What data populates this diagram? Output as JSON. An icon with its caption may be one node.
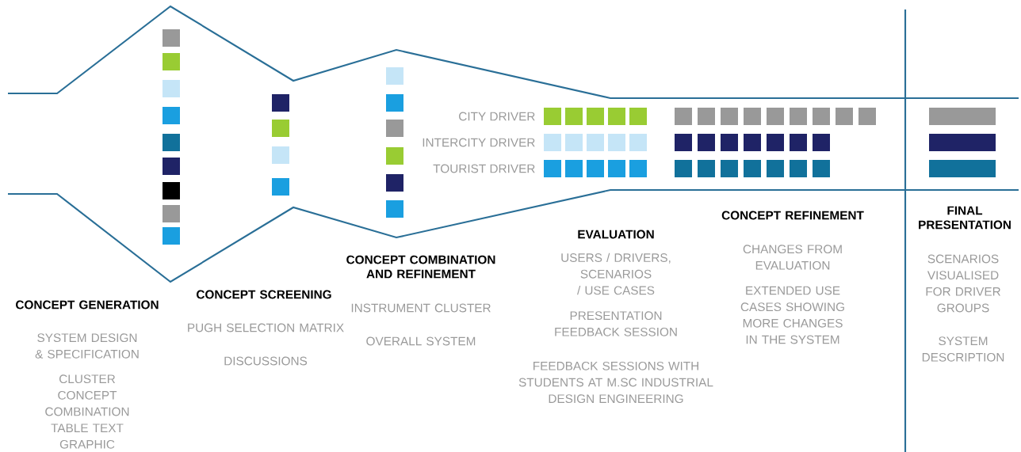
{
  "diagram": {
    "labels": [
      "CONCEPT GENERATION",
      "SYSTEM DESIGN & SPECIFICATION",
      "CLUSTER CONCEPT COMBINATION TABLE TEXT GRAPHIC",
      "CONCEPT SCREENING",
      "PUGH SELECTION MATRIX",
      "DISCUSSIONS",
      "CONCEPT COMBINATION AND REFINEMENT",
      "INSTRUMENT CLUSTER",
      "OVERALL SYSTEM",
      "CITY DRIVER",
      "INTERCITY DRIVER",
      "TOURIST DRIVER",
      "EVALUATION",
      "USERS / DRIVERS, SCENARIOS / USE CASES",
      "PRESENTATION FEEDBACK SESSION",
      "FEEDBACK SESSIONS WITH STUDENTS AT M.SC INDUSTRIAL DESIGN ENGINEERING",
      "CONCEPT REFINEMENT",
      "CHANGES FROM EVALUATION",
      "EXTENDED USE CASES SHOWING MORE CHANGES IN THE SYSTEM",
      "FINAL PRESENTATION",
      "SCENARIOS VISUALISED FOR DRIVER GROUPS",
      "SYSTEM DESCRIPTION"
    ]
  }
}
